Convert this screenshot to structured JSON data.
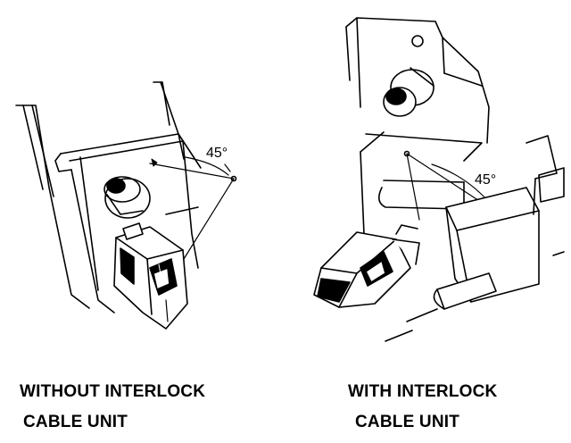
{
  "left": {
    "angle_label": "45°",
    "caption_line1": "WITHOUT INTERLOCK",
    "caption_line2": "CABLE UNIT"
  },
  "right": {
    "angle_label": "45°",
    "caption_line1": "WITH INTERLOCK",
    "caption_line2": "CABLE UNIT"
  }
}
